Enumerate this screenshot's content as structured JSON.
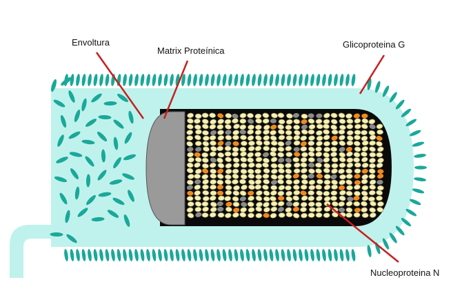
{
  "labels": {
    "envelope": "Envoltura",
    "matrix": "Matrix Proteínica",
    "glycoprotein": "Glicoproteina G",
    "nucleoprotein": "Nucleoproteina N"
  },
  "colors": {
    "envelope_fill": "#bff2ec",
    "spike": "#1aa899",
    "matrix_fill": "#9a9a9a",
    "core_dark": "#0a0a0a",
    "nucleo_bead": "#f6f0b4",
    "nucleo_bead_stroke": "#8c8455",
    "orange_particle": "#f08a1c",
    "grey_particle": "#8a8a8a",
    "leader_line": "#c81e1e"
  }
}
